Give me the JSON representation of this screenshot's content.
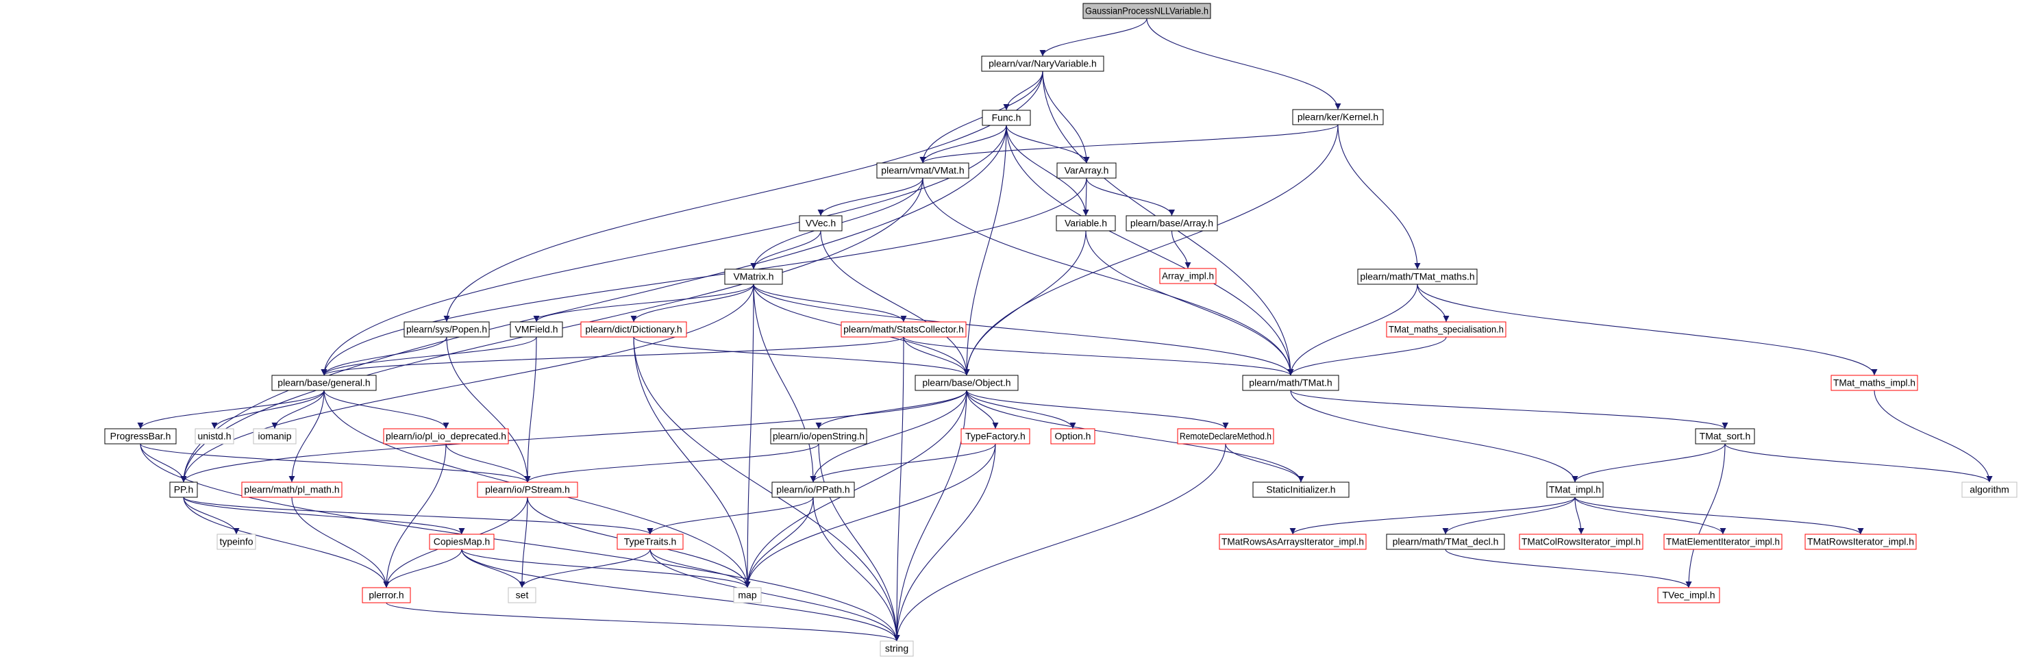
{
  "colors": {
    "edge": "#191970",
    "border_header": "#000000",
    "border_internal": "#000000",
    "border_external": "#ff0000",
    "border_system": "#bfbfbf",
    "fill_root": "#bfbfbf",
    "fill_default": "#ffffff",
    "text": "#000000"
  },
  "nodes": [
    {
      "id": "root",
      "label": "GaussianProcessNLLVariable.h",
      "kind": "root"
    },
    {
      "id": "nary",
      "label": "plearn/var/NaryVariable.h",
      "kind": "header"
    },
    {
      "id": "kernel",
      "label": "plearn/ker/Kernel.h",
      "kind": "header"
    },
    {
      "id": "func",
      "label": "Func.h",
      "kind": "header"
    },
    {
      "id": "vmat",
      "label": "plearn/vmat/VMat.h",
      "kind": "header"
    },
    {
      "id": "vararray",
      "label": "VarArray.h",
      "kind": "header"
    },
    {
      "id": "vvec",
      "label": "VVec.h",
      "kind": "header"
    },
    {
      "id": "variable",
      "label": "Variable.h",
      "kind": "header"
    },
    {
      "id": "array",
      "label": "plearn/base/Array.h",
      "kind": "header"
    },
    {
      "id": "array_impl",
      "label": "Array_impl.h",
      "kind": "external"
    },
    {
      "id": "vmatrix",
      "label": "VMatrix.h",
      "kind": "header"
    },
    {
      "id": "tmat_maths",
      "label": "plearn/math/TMat_maths.h",
      "kind": "header"
    },
    {
      "id": "popen",
      "label": "plearn/sys/Popen.h",
      "kind": "header"
    },
    {
      "id": "vmfield",
      "label": "VMField.h",
      "kind": "header"
    },
    {
      "id": "dictionary",
      "label": "plearn/dict/Dictionary.h",
      "kind": "external"
    },
    {
      "id": "statscoll",
      "label": "plearn/math/StatsCollector.h",
      "kind": "external"
    },
    {
      "id": "tmat_spec",
      "label": "TMat_maths_specialisation.h",
      "kind": "external"
    },
    {
      "id": "general",
      "label": "plearn/base/general.h",
      "kind": "header"
    },
    {
      "id": "object",
      "label": "plearn/base/Object.h",
      "kind": "header"
    },
    {
      "id": "tmat",
      "label": "plearn/math/TMat.h",
      "kind": "header"
    },
    {
      "id": "tmat_maths_impl",
      "label": "TMat_maths_impl.h",
      "kind": "external"
    },
    {
      "id": "progressbar",
      "label": "ProgressBar.h",
      "kind": "header"
    },
    {
      "id": "unistd",
      "label": "unistd.h",
      "kind": "system"
    },
    {
      "id": "iomanip",
      "label": "iomanip",
      "kind": "system"
    },
    {
      "id": "pl_io_dep",
      "label": "plearn/io/pl_io_deprecated.h",
      "kind": "external"
    },
    {
      "id": "openstring",
      "label": "plearn/io/openString.h",
      "kind": "header"
    },
    {
      "id": "typefactory",
      "label": "TypeFactory.h",
      "kind": "external"
    },
    {
      "id": "option",
      "label": "Option.h",
      "kind": "external"
    },
    {
      "id": "remotedecl",
      "label": "RemoteDeclareMethod.h",
      "kind": "external"
    },
    {
      "id": "tmat_sort",
      "label": "TMat_sort.h",
      "kind": "header"
    },
    {
      "id": "pp",
      "label": "PP.h",
      "kind": "header"
    },
    {
      "id": "pl_math",
      "label": "plearn/math/pl_math.h",
      "kind": "external"
    },
    {
      "id": "pstream",
      "label": "plearn/io/PStream.h",
      "kind": "external"
    },
    {
      "id": "ppath",
      "label": "plearn/io/PPath.h",
      "kind": "header"
    },
    {
      "id": "staticinit",
      "label": "StaticInitializer.h",
      "kind": "header"
    },
    {
      "id": "tmat_impl",
      "label": "TMat_impl.h",
      "kind": "header"
    },
    {
      "id": "algorithm",
      "label": "algorithm",
      "kind": "system"
    },
    {
      "id": "typeinfo",
      "label": "typeinfo",
      "kind": "system"
    },
    {
      "id": "copiesmap",
      "label": "CopiesMap.h",
      "kind": "external"
    },
    {
      "id": "typetraits",
      "label": "TypeTraits.h",
      "kind": "external"
    },
    {
      "id": "rowsasarrays",
      "label": "TMatRowsAsArraysIterator_impl.h",
      "kind": "external"
    },
    {
      "id": "tmat_decl",
      "label": "plearn/math/TMat_decl.h",
      "kind": "header"
    },
    {
      "id": "colrows",
      "label": "TMatColRowsIterator_impl.h",
      "kind": "external"
    },
    {
      "id": "elemiter",
      "label": "TMatElementIterator_impl.h",
      "kind": "external"
    },
    {
      "id": "rowsiter",
      "label": "TMatRowsIterator_impl.h",
      "kind": "external"
    },
    {
      "id": "plerror",
      "label": "plerror.h",
      "kind": "external"
    },
    {
      "id": "set",
      "label": "set",
      "kind": "system"
    },
    {
      "id": "map",
      "label": "map",
      "kind": "system"
    },
    {
      "id": "tvec_impl",
      "label": "TVec_impl.h",
      "kind": "external"
    },
    {
      "id": "string",
      "label": "string",
      "kind": "system"
    }
  ]
}
